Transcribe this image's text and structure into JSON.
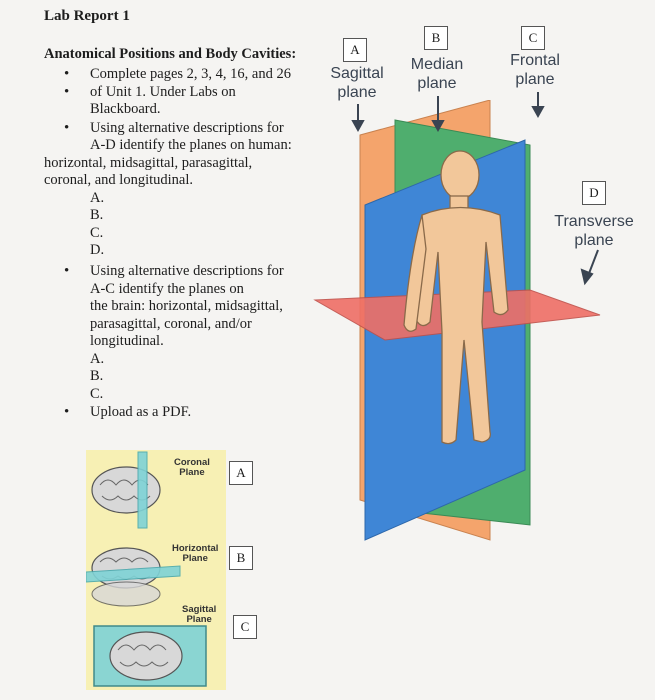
{
  "report": {
    "title": "Lab Report 1",
    "heading": "Anatomical Positions and Body Cavities:",
    "bullets": {
      "b1_line1": "Complete pages 2, 3, 4, 16, and 26",
      "b2_line1": "of Unit 1. Under Labs on",
      "b2_line2": "Blackboard.",
      "b3_line1": "Using alternative descriptions for",
      "b3_line2": "A-D identify the planes on human:",
      "b3_line3": "horizontal, midsagittal, parasagittal,",
      "b3_line4": "coronal, and longitudinal.",
      "b3_items": [
        "A.",
        "B.",
        "C.",
        "D."
      ],
      "b4_line1": "Using alternative descriptions for",
      "b4_line2": "A-C identify the planes on",
      "b4_line3": "the brain: horizontal, midsagittal,",
      "b4_line4": "parasagittal, coronal, and/or",
      "b4_line5": "longitudinal.",
      "b4_items": [
        "A.",
        "B.",
        "C."
      ],
      "b5_line1": "Upload as a PDF."
    }
  },
  "body_figure": {
    "label_a": "A",
    "label_a_name1": "Sagittal",
    "label_a_name2": "plane",
    "label_b": "B",
    "label_b_name1": "Median",
    "label_b_name2": "plane",
    "label_c": "C",
    "label_c_name1": "Frontal",
    "label_c_name2": "plane",
    "label_d": "D",
    "label_d_name1": "Transverse",
    "label_d_name2": "plane",
    "colors": {
      "sagittal": "#f4a46c",
      "median": "#4fae6e",
      "frontal": "#3f86d6",
      "transverse": "#ef6f66"
    }
  },
  "brain_figure": {
    "coronal_line1": "Coronal",
    "coronal_line2": "Plane",
    "coronal_box": "A",
    "horizontal_line1": "Horizontal",
    "horizontal_line2": "Plane",
    "horizontal_box": "B",
    "sagittal_line1": "Sagittal",
    "sagittal_line2": "Plane",
    "sagittal_box": "C",
    "colors": {
      "background": "#f7f0b4",
      "plane": "#7fd3d6"
    }
  }
}
